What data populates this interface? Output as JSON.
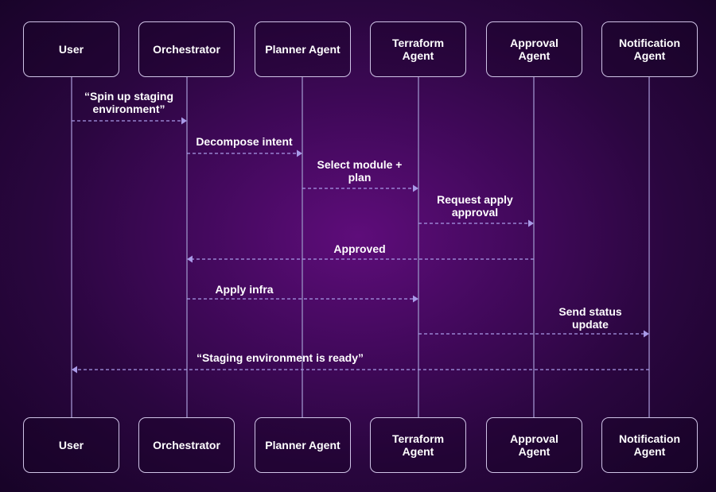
{
  "colors": {
    "lifeline": "#8a78b3",
    "arrow": "#a99ae8",
    "text": "#ffffff",
    "box_border": "#cfc3e6"
  },
  "participants": [
    {
      "id": "user",
      "label": "User"
    },
    {
      "id": "orchestrator",
      "label": "Orchestrator"
    },
    {
      "id": "planner",
      "label": "Planner Agent"
    },
    {
      "id": "terraform",
      "label": "Terraform Agent"
    },
    {
      "id": "approval",
      "label": "Approval Agent"
    },
    {
      "id": "notification",
      "label": "Notification Agent"
    }
  ],
  "messages": [
    {
      "from": "user",
      "to": "orchestrator",
      "label": "“Spin up staging environment”"
    },
    {
      "from": "orchestrator",
      "to": "planner",
      "label": "Decompose intent"
    },
    {
      "from": "planner",
      "to": "terraform",
      "label": "Select module + plan"
    },
    {
      "from": "terraform",
      "to": "approval",
      "label": "Request apply approval"
    },
    {
      "from": "approval",
      "to": "orchestrator",
      "label": "Approved"
    },
    {
      "from": "orchestrator",
      "to": "terraform",
      "label": "Apply infra"
    },
    {
      "from": "terraform",
      "to": "notification",
      "label": "Send status update"
    },
    {
      "from": "notification",
      "to": "user",
      "label": "“Staging environment is ready”"
    }
  ]
}
